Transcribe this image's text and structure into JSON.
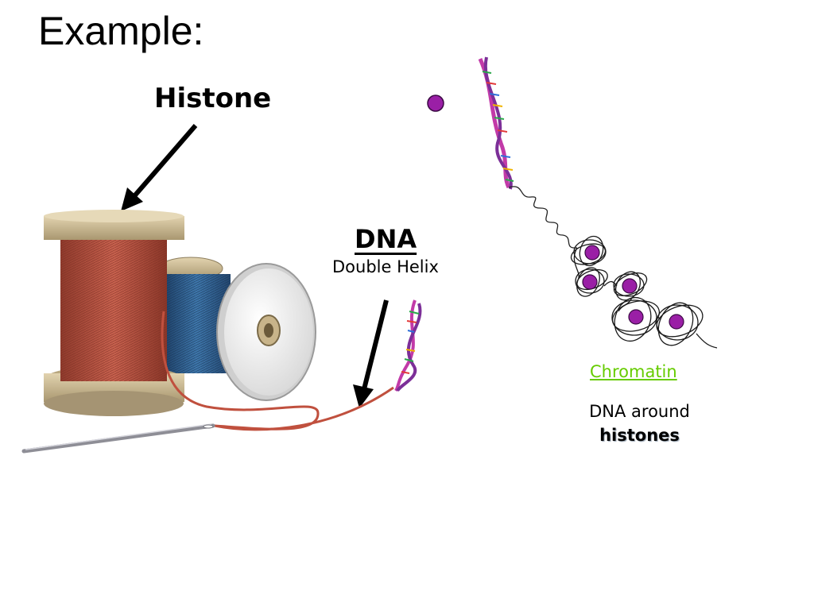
{
  "slide": {
    "title": "Example:"
  },
  "labels": {
    "histone": "Histone",
    "dna": "DNA",
    "dna_sub": "Double Helix",
    "chromatin": "Chromatin",
    "dna_around": "DNA around",
    "histones": "histones"
  },
  "colors": {
    "thread_red": "#b5503f",
    "thread_blue": "#2f5f8f",
    "spool_wood": "#cdbb94",
    "histone_purple": "#9a1fa6",
    "helix_pink": "#c23aa8",
    "chromatin_green": "#66cc00"
  }
}
